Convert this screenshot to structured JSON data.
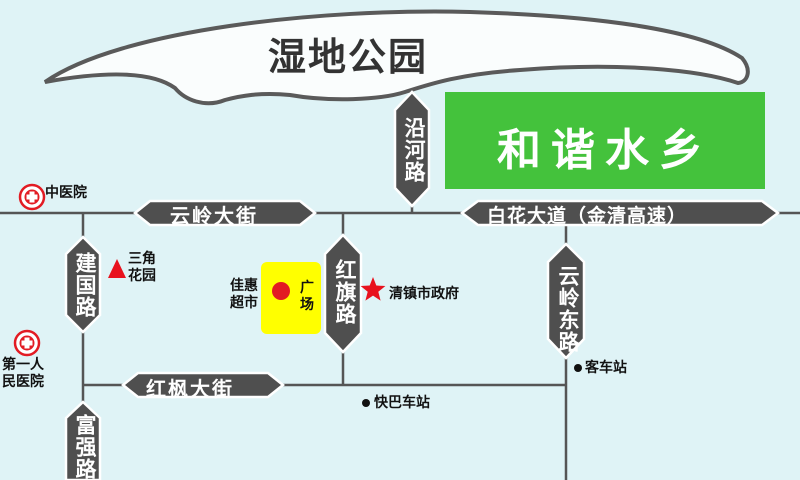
{
  "park": {
    "name": "湿地公园"
  },
  "banner": {
    "text": "和谐水乡",
    "color": "#44c23c"
  },
  "roads": {
    "yanhe": "沿河路",
    "yunling_st": "云岭大街",
    "baihua": "白花大道（金清高速）",
    "jianguo": "建国路",
    "hongqi": "红旗路",
    "yunling_east": "云岭东路",
    "hongfeng": "红枫大街",
    "fuqiang": "富强路"
  },
  "pois": {
    "zhong_hospital": "中医院",
    "first_hospital": "第一人民医院",
    "sanjiao": "三角花园",
    "jiahui": "佳惠超市",
    "guangchang": "广场",
    "gov": "清镇市政府",
    "bus_station": "客车站",
    "express_bus": "快巴车站"
  },
  "colors": {
    "road_fill": "#4f4f4f",
    "road_edge": "#ffffff",
    "hospital": "#e21b23",
    "star": "#e8121e",
    "square": "#ffff00",
    "background": "#dff3f6"
  }
}
